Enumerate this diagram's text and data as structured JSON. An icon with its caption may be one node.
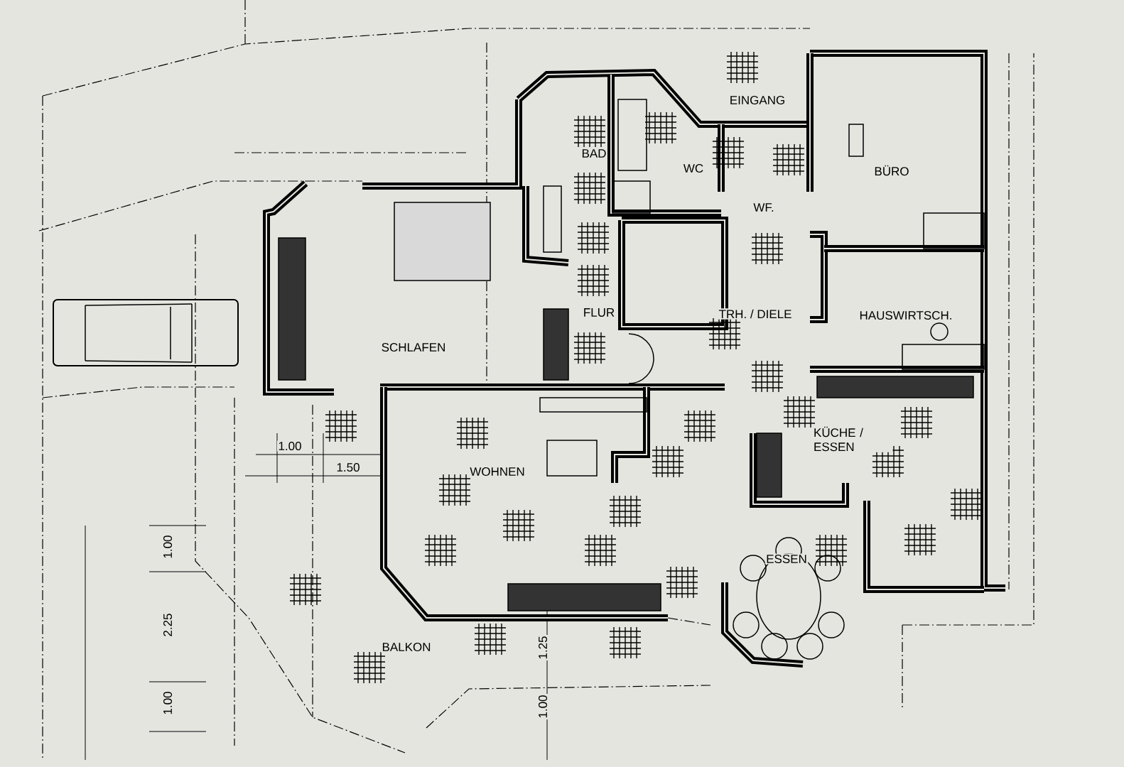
{
  "diagram": {
    "labels": [
      "EINGANG",
      "BAD",
      "WC",
      "BÜRO",
      "WF.",
      "FLUR",
      "TRH. / DIELE",
      "HAUSWIRTSCH.",
      "SCHLAFEN",
      "KÜCHE / ESSEN",
      "1.00",
      "WOHNEN",
      "1.50",
      "ESSEN",
      "1.00",
      "2.25",
      "BALKON",
      "1.25",
      "1.00",
      "1.00"
    ]
  }
}
